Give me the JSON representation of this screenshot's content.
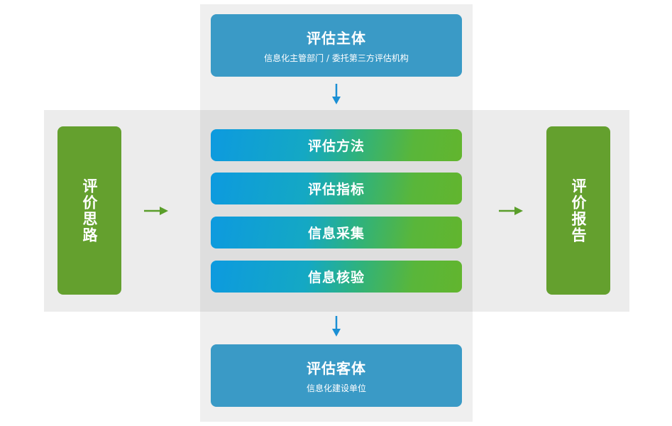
{
  "colors": {
    "blue_box": "#3a9ac6",
    "green_box": "#64a02e",
    "gradient_start": "#0d9adf",
    "gradient_end": "#62b52e",
    "arrow_blue": "#1a8fd4",
    "arrow_green": "#5a9e2a",
    "band_light": "#efefef",
    "band_center": "#dedede"
  },
  "top_box": {
    "title": "评估主体",
    "subtitle": "信息化主管部门 / 委托第三方评估机构"
  },
  "steps": [
    {
      "label": "评估方法"
    },
    {
      "label": "评估指标"
    },
    {
      "label": "信息采集"
    },
    {
      "label": "信息核验"
    }
  ],
  "bottom_box": {
    "title": "评估客体",
    "subtitle": "信息化建设单位"
  },
  "left_box": {
    "label": "评价思路"
  },
  "right_box": {
    "label": "评价报告"
  },
  "icons": {
    "arrow_down": "arrow-down-icon",
    "arrow_right": "arrow-right-icon"
  }
}
